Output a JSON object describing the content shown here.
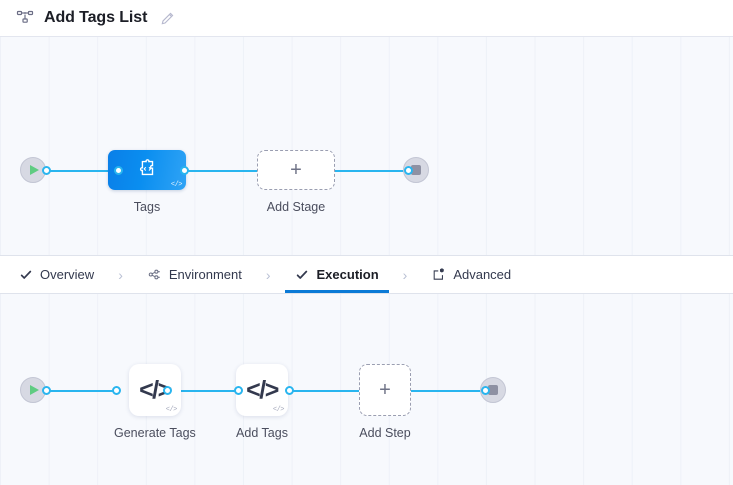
{
  "header": {
    "icon": "pipeline-icon",
    "title": "Add Tags List",
    "edit_icon": "pencil-icon"
  },
  "stage_canvas": {
    "start_node": {
      "icon": "play-icon"
    },
    "end_node": {
      "icon": "stop-icon"
    },
    "nodes": [
      {
        "id": "tags-stage",
        "label": "Tags",
        "type": "stage",
        "icon": "custom-stage-icon",
        "badge": "</>",
        "selected": true
      },
      {
        "id": "add-stage",
        "label": "Add Stage",
        "type": "add",
        "icon": "plus-icon"
      }
    ]
  },
  "tabs": {
    "items": [
      {
        "id": "overview",
        "label": "Overview",
        "icon": "check-icon",
        "active": false
      },
      {
        "id": "environment",
        "label": "Environment",
        "icon": "infrastructure-icon",
        "active": false
      },
      {
        "id": "execution",
        "label": "Execution",
        "icon": "check-icon",
        "active": true
      },
      {
        "id": "advanced",
        "label": "Advanced",
        "icon": "advanced-settings-icon",
        "active": false
      }
    ],
    "separator": "›"
  },
  "step_canvas": {
    "start_node": {
      "icon": "play-icon"
    },
    "end_node": {
      "icon": "stop-icon"
    },
    "nodes": [
      {
        "id": "generate-tags",
        "label": "Generate Tags",
        "type": "step",
        "icon": "code-icon",
        "badge": "</>"
      },
      {
        "id": "add-tags",
        "label": "Add Tags",
        "type": "step",
        "icon": "code-icon",
        "badge": "</>"
      },
      {
        "id": "add-step",
        "label": "Add Step",
        "type": "add",
        "icon": "plus-icon"
      }
    ]
  },
  "colors": {
    "accent_blue": "#0b7ad6",
    "edge_blue": "#29b5ef",
    "stage_blue": "#0a8ef0",
    "canvas_bg": "#f7f9fd",
    "play_green": "#5fcc82"
  }
}
